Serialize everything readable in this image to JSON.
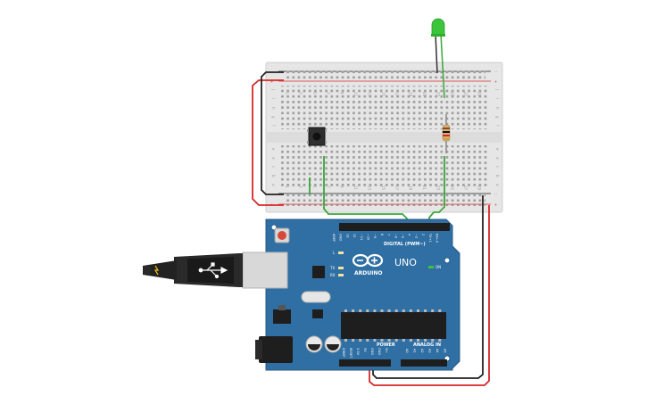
{
  "board": {
    "brand": "ARDUINO",
    "model": "UNO",
    "on_label": "ON",
    "digital_label": "DIGITAL (PWM~)",
    "power_label": "POWER",
    "analog_label": "ANALOG IN",
    "tx_label": "TX",
    "rx_label": "RX",
    "l_label": "L",
    "digital_pins": [
      "AREF",
      "GND",
      "13",
      "12",
      "~11",
      "~10",
      "~9",
      "8",
      "7",
      "~6",
      "~5",
      "4",
      "~3",
      "2",
      "TX→1",
      "RX←0"
    ],
    "power_pins": [
      "IOREF",
      "RESET",
      "3.3V",
      "5V",
      "GND",
      "GND",
      "Vin"
    ],
    "analog_pins": [
      "A0",
      "A1",
      "A2",
      "A3",
      "A4",
      "A5"
    ]
  },
  "breadboard": {
    "columns": [
      "1",
      "3",
      "5",
      "7",
      "9",
      "11",
      "13",
      "15",
      "17",
      "19",
      "21",
      "23",
      "25",
      "27",
      "29"
    ],
    "rows_top": [
      "j",
      "i",
      "h",
      "g",
      "f"
    ],
    "rows_bottom": [
      "e",
      "d",
      "c",
      "b",
      "a"
    ],
    "rail_minus": "−",
    "rail_plus": "+"
  },
  "colors": {
    "board": "#2f6fa3",
    "board_dark": "#245a86",
    "wire_green": "#3aa83a",
    "wire_red": "#d62828",
    "wire_black": "#222222",
    "led_green": "#3cc43c"
  }
}
